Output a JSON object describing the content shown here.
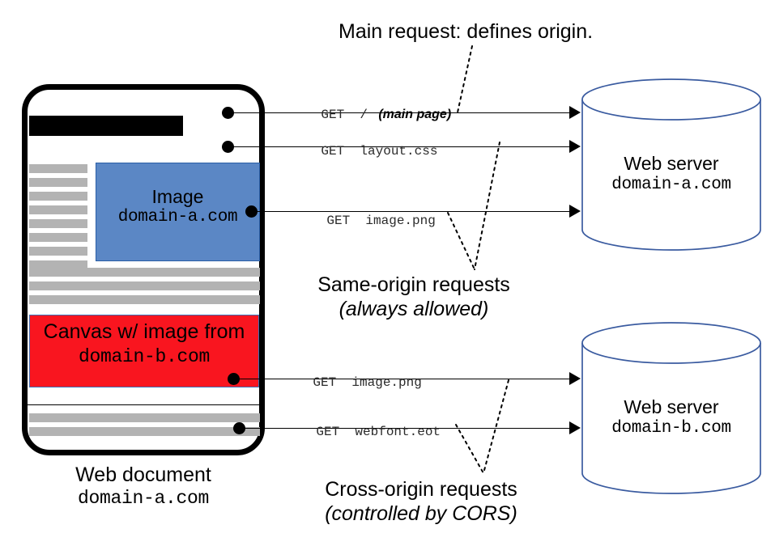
{
  "diagram": {
    "title_top": "Main request: defines origin.",
    "document": {
      "caption_line1": "Web document",
      "caption_line2": "domain-a.com",
      "image_box": {
        "line1": "Image",
        "line2": "domain-a.com",
        "fill_color": "#5b87c5",
        "border_color": "#2a5ea6"
      },
      "canvas_box": {
        "line1": "Canvas w/ image from",
        "line2": "domain-b.com",
        "fill_color": "#f9151f",
        "border_color": "#3b6fb5"
      },
      "text_line_color": "#b3b3b3",
      "headline_color": "#000000",
      "frame_color": "#000000"
    },
    "requests": [
      {
        "method": "GET",
        "path": "/",
        "note": "(main page)",
        "group": "same-origin"
      },
      {
        "method": "GET",
        "path": "layout.css",
        "note": "",
        "group": "same-origin"
      },
      {
        "method": "GET",
        "path": "image.png",
        "note": "",
        "group": "same-origin"
      },
      {
        "method": "GET",
        "path": "image.png",
        "note": "",
        "group": "cross-origin"
      },
      {
        "method": "GET",
        "path": "webfont.eot",
        "note": "",
        "group": "cross-origin"
      }
    ],
    "servers": [
      {
        "line1": "Web server",
        "line2": "domain-a.com",
        "stroke_color": "#3a5ba0"
      },
      {
        "line1": "Web server",
        "line2": "domain-b.com",
        "stroke_color": "#3a5ba0"
      }
    ],
    "captions": [
      {
        "line1": "Same-origin requests",
        "line2": "(always allowed)"
      },
      {
        "line1": "Cross-origin requests",
        "line2": "(controlled by CORS)"
      }
    ]
  }
}
